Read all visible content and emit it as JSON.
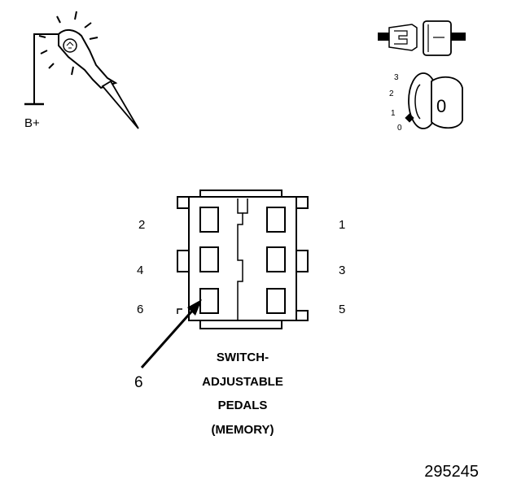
{
  "probe": {
    "label": "B+"
  },
  "key": {
    "positions": [
      "3",
      "2",
      "1",
      "0"
    ],
    "face_label": "0"
  },
  "connector": {
    "pins": [
      "2",
      "1",
      "4",
      "3",
      "6",
      "5"
    ],
    "pointer_label": "6",
    "caption": [
      "SWITCH-",
      "ADJUSTABLE",
      "PEDALS",
      "(MEMORY)"
    ]
  },
  "figure_number": "295245"
}
